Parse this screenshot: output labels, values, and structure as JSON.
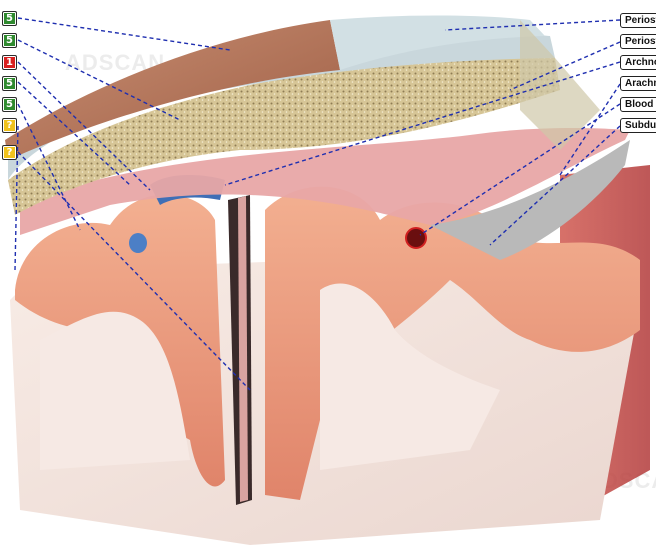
{
  "badges": [
    {
      "text": "5",
      "color": "green"
    },
    {
      "text": "5",
      "color": "green"
    },
    {
      "text": "1",
      "color": "red"
    },
    {
      "text": "5",
      "color": "green"
    },
    {
      "text": "5",
      "color": "green"
    },
    {
      "text": "?",
      "color": "yellow"
    },
    {
      "text": "?",
      "color": "yellow"
    }
  ],
  "labels": [
    {
      "text": "Periosteum"
    },
    {
      "text": "Periosteal"
    },
    {
      "text": "Archnoid"
    },
    {
      "text": "Arachnoid"
    },
    {
      "text": "Blood"
    },
    {
      "text": "Subdural"
    }
  ],
  "watermark": "ADSCAN",
  "colors": {
    "scalp": "#b9785c",
    "dura_pale": "#c9d7dc",
    "bone": "#d8c79a",
    "cortex": "#f0a986",
    "white_matter": "#f4e6e0",
    "leader_line": "#1f2fb0",
    "vessel_blue": "#3f6fb6",
    "vessel_red": "#b21d1d"
  }
}
